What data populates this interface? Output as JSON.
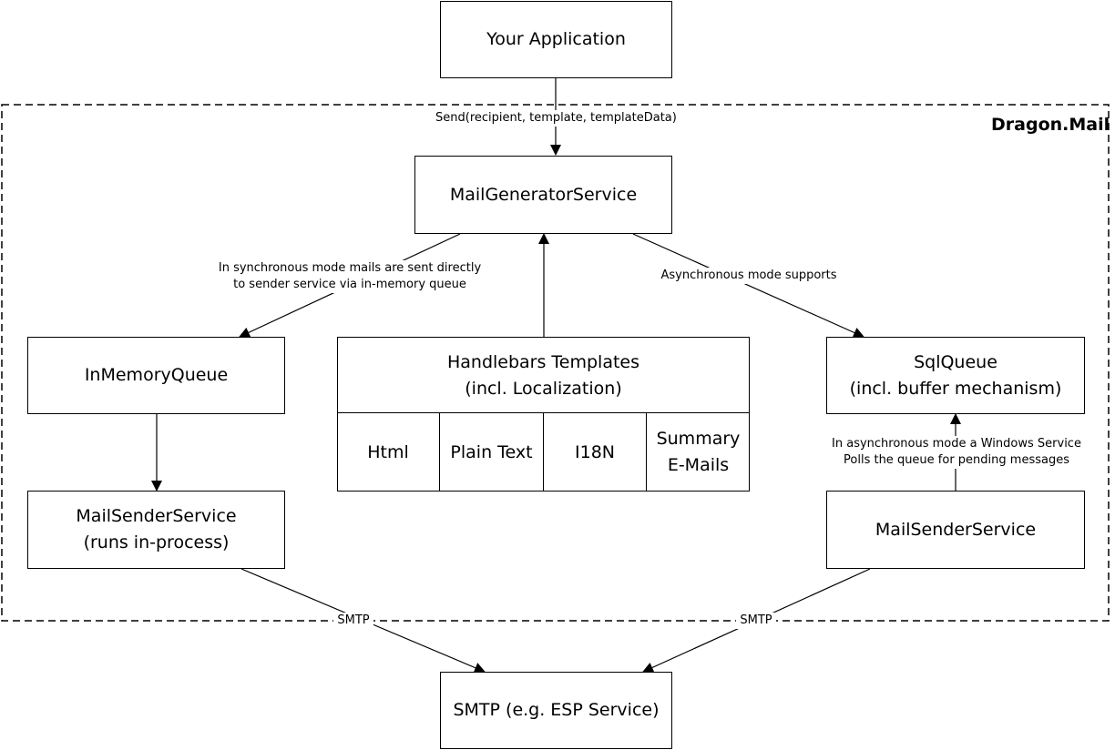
{
  "boundary": {
    "title": "Dragon.Mail"
  },
  "nodes": {
    "app": "Your Application",
    "generator": "MailGeneratorService",
    "inmemory": "InMemoryQueue",
    "templates": [
      "Handlebars Templates",
      "(incl. Localization)"
    ],
    "sqlqueue": [
      "SqlQueue",
      "(incl. buffer mechanism)"
    ],
    "sender_left": [
      "MailSenderService",
      "(runs in-process)"
    ],
    "sender_right": "MailSenderService",
    "smtp": "SMTP (e.g. ESP Service)"
  },
  "template_cells": [
    "Html",
    "Plain Text",
    "I18N",
    "Summary\nE-Mails"
  ],
  "edge_labels": {
    "send": "Send(recipient, template, templateData)",
    "sync": [
      "In synchronous mode mails are sent directly",
      "to sender service via in-memory queue"
    ],
    "async": "Asynchronous mode supports",
    "poll": [
      "In asynchronous mode a Windows Service",
      "Polls the queue for pending messages"
    ],
    "smtp_left": "SMTP",
    "smtp_right": "SMTP"
  }
}
